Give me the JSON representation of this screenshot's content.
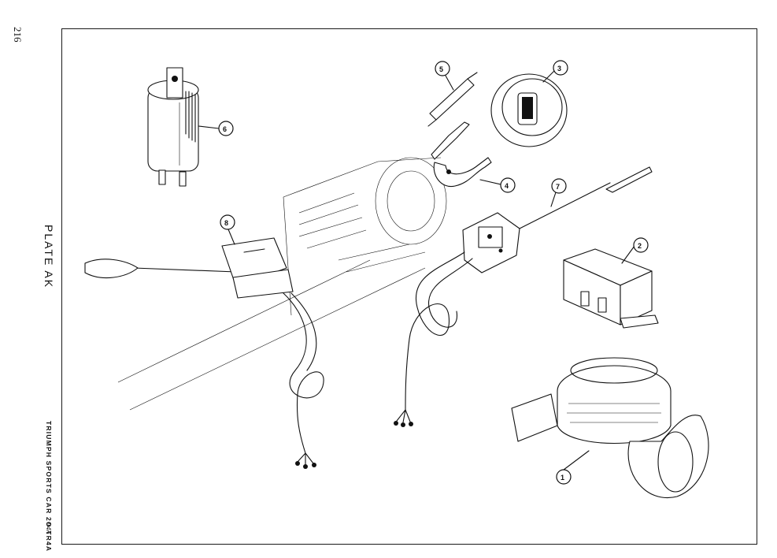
{
  "page": {
    "page_number": "216",
    "plate_title": "PLATE AK",
    "footer_caption": "TRIUMPH SPORTS CAR 2O TR4A",
    "handwritten_mark": "tr4A"
  },
  "callouts": [
    {
      "id": "callout-1",
      "label": "1"
    },
    {
      "id": "callout-2",
      "label": "2"
    },
    {
      "id": "callout-3",
      "label": "3"
    },
    {
      "id": "callout-4",
      "label": "4"
    },
    {
      "id": "callout-5",
      "label": "5"
    },
    {
      "id": "callout-6",
      "label": "6"
    },
    {
      "id": "callout-7",
      "label": "7"
    },
    {
      "id": "callout-8",
      "label": "8"
    }
  ]
}
